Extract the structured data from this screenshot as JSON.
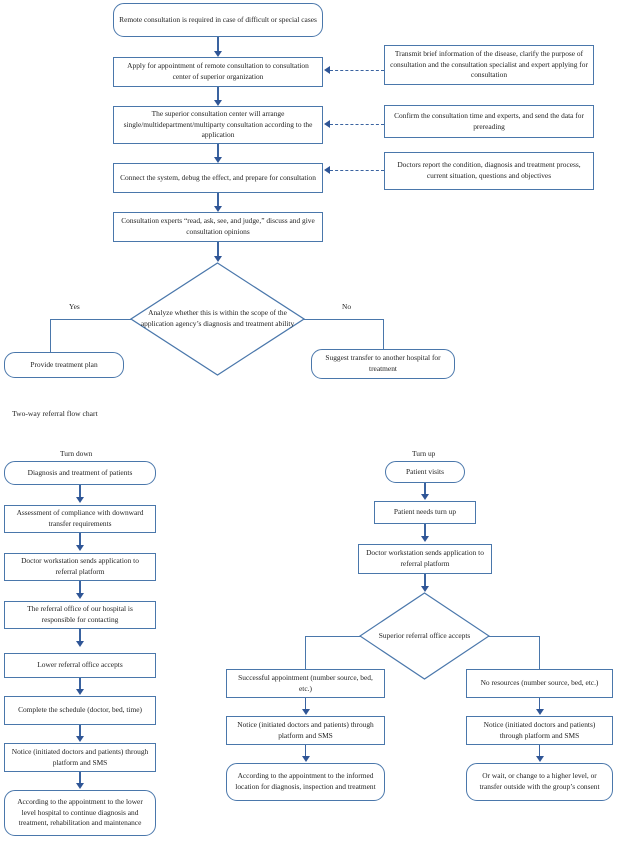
{
  "colors": {
    "box_border": "#4a77ab",
    "connector": "#3a63a0",
    "arrow": "#2f5596",
    "text": "#1d1d1d",
    "background": "#ffffff"
  },
  "caption": {
    "two_way": "Two-way referral flow chart"
  },
  "remote_consultation_flow": {
    "nodes": [
      {
        "id": "start",
        "shape": "terminator",
        "text": "Remote consultation is required in case of difficult or special cases"
      },
      {
        "id": "apply",
        "shape": "process",
        "text": "Apply for appointment of remote consultation to consultation center of superior organization"
      },
      {
        "id": "arrange",
        "shape": "process",
        "text": "The superior consultation center will arrange single/multidepartment/multiparty consultation according to the application"
      },
      {
        "id": "connect",
        "shape": "process",
        "text": "Connect the system, debug the effect, and prepare for consultation"
      },
      {
        "id": "experts",
        "shape": "process",
        "text": "Consultation experts “read, ask, see, and judge,” discuss and give consultation opinions"
      },
      {
        "id": "decision",
        "shape": "decision",
        "text": "Analyze whether this is within the scope of the application agency’s diagnosis and treatment ability"
      },
      {
        "id": "plan",
        "shape": "terminator",
        "text": "Provide treatment plan"
      },
      {
        "id": "transfer",
        "shape": "terminator",
        "text": "Suggest transfer to another hospital for treatment"
      }
    ],
    "annotations": [
      {
        "id": "note-apply",
        "text": "Transmit brief information of the disease, clarify the purpose of consultation and the consultation specialist and expert applying for consultation"
      },
      {
        "id": "note-arrange",
        "text": "Confirm the consultation time and experts, and send the data for prereading"
      },
      {
        "id": "note-connect",
        "text": "Doctors report the condition, diagnosis and treatment process, current situation, questions and objectives"
      }
    ],
    "branch_labels": {
      "yes": "Yes",
      "no": "No"
    }
  },
  "two_way_referral_flow": {
    "column_headings": {
      "down": "Turn down",
      "up": "Turn up"
    },
    "turn_down_nodes": [
      {
        "id": "td1",
        "shape": "terminator",
        "text": "Diagnosis and treatment of patients"
      },
      {
        "id": "td2",
        "shape": "process",
        "text": "Assessment of compliance with downward transfer requirements"
      },
      {
        "id": "td3",
        "shape": "process",
        "text": "Doctor workstation sends application to referral platform"
      },
      {
        "id": "td4",
        "shape": "process",
        "text": "The referral office of our hospital is responsible for contacting"
      },
      {
        "id": "td5",
        "shape": "process",
        "text": "Lower referral office accepts"
      },
      {
        "id": "td6",
        "shape": "process",
        "text": "Complete the schedule (doctor, bed, time)"
      },
      {
        "id": "td7",
        "shape": "process",
        "text": "Notice (initiated doctors and patients) through platform and SMS"
      },
      {
        "id": "td8",
        "shape": "terminator",
        "text": "According to the appointment to the lower level hospital to continue diagnosis and treatment, rehabilitation and maintenance"
      }
    ],
    "turn_up_nodes": [
      {
        "id": "tu1",
        "shape": "terminator",
        "text": "Patient visits"
      },
      {
        "id": "tu2",
        "shape": "process",
        "text": "Patient needs turn up"
      },
      {
        "id": "tu3",
        "shape": "process",
        "text": "Doctor workstation sends application to referral platform"
      },
      {
        "id": "tu4",
        "shape": "decision",
        "text": "Superior referral office accepts"
      }
    ],
    "accept_branch_nodes": [
      {
        "id": "ab1",
        "shape": "process",
        "text": "Successful appointment (number source, bed, etc.)"
      },
      {
        "id": "ab2",
        "shape": "process",
        "text": "Notice (initiated doctors and patients) through platform and SMS"
      },
      {
        "id": "ab3",
        "shape": "terminator",
        "text": "According to the appointment to the informed location for diagnosis, inspection and treatment"
      }
    ],
    "reject_branch_nodes": [
      {
        "id": "rb1",
        "shape": "process",
        "text": "No resources (number source, bed, etc.)"
      },
      {
        "id": "rb2",
        "shape": "process",
        "text": "Notice (initiated doctors and patients) through platform and SMS"
      },
      {
        "id": "rb3",
        "shape": "terminator",
        "text": "Or wait, or change to a higher level, or transfer outside with the group’s consent"
      }
    ]
  }
}
